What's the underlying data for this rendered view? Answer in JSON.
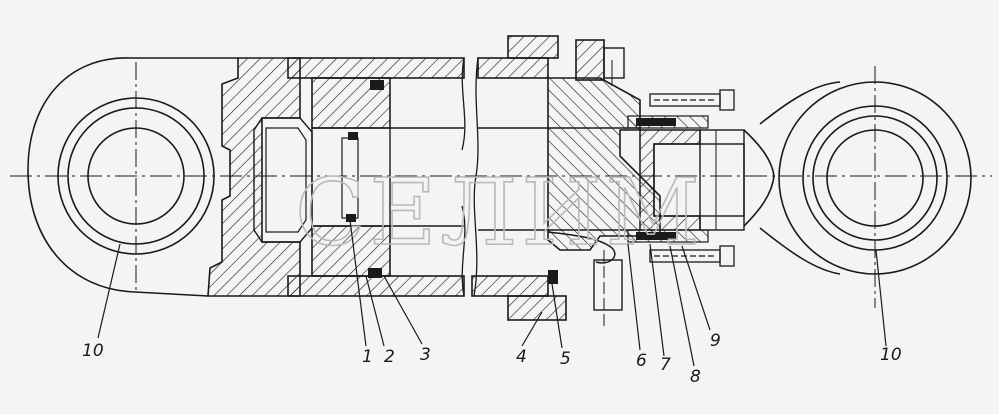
{
  "watermark": "СЕЛИМ",
  "labels": {
    "l10_left": "10",
    "l1": "1",
    "l2": "2",
    "l3": "3",
    "l4": "4",
    "l5": "5",
    "l6": "6",
    "l7": "7",
    "l8": "8",
    "l9": "9",
    "l10_right": "10"
  },
  "colors": {
    "ink": "#1a1a1a",
    "paper": "#f4f4f2",
    "watermark": "#b9b9b9"
  }
}
